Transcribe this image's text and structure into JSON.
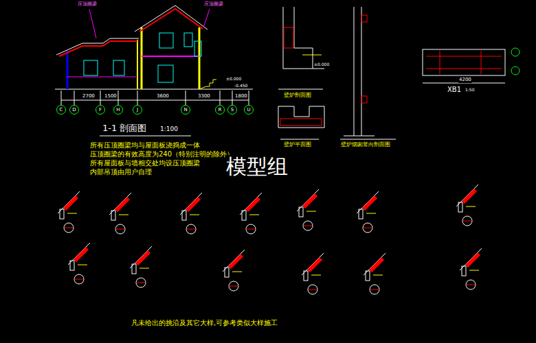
{
  "diagram": {
    "nodes": [
      {
        "text": [
          "C"
        ]
      },
      {
        "text": [
          "D"
        ]
      },
      {
        "text": [
          "F"
        ]
      },
      {
        "text": [
          "H"
        ]
      },
      {
        "text": [
          "J"
        ]
      },
      {
        "text": [
          "N"
        ]
      },
      {
        "text": [
          "R"
        ]
      },
      {
        "text": [
          "S"
        ]
      },
      {
        "text": [
          "U"
        ]
      }
    ],
    "labels": [
      "1-1 剖面图",
      "1:100",
      "所有压顶圈梁均与屋面板浇捣成一体",
      "压顶圈梁的有效高度为240（特别注明的除外）",
      "所有屋面板与墙相交处均设压顶圈梁",
      "内部吊顶由用户自理",
      "模型组",
      "壁炉剖面图",
      "壁炉平面图",
      "壁炉烟囱竖向剖面图",
      "XB1",
      "1:50",
      "凡未给出的挑沿及其它大样,可参考类似大样施工",
      "±0.000",
      "-0.450",
      "2700",
      "1500",
      "3600",
      "3300",
      "1800",
      "压顶圈梁",
      "压顶圈梁",
      "±0.000",
      "4200"
    ]
  }
}
